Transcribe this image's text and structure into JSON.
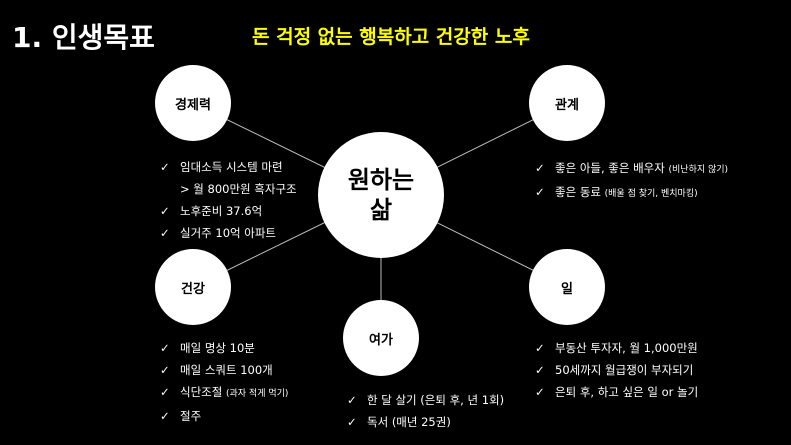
{
  "title": "1.  인생목표",
  "subtitle": "돈 걱정 없는 행복하고 건강한 노후",
  "check": "✓",
  "center": {
    "line1": "원하는",
    "line2": "삶"
  },
  "nodes": {
    "wealth": "경제력",
    "relation": "관계",
    "health": "건강",
    "work": "일",
    "leisure": "여가"
  },
  "wealth_items": [
    {
      "text": "임대소득 시스템 마련"
    },
    {
      "text": "> 월 800만원 흑자구조"
    },
    {
      "text": "노후준비 37.6억"
    },
    {
      "text": "실거주 10억 아파트"
    }
  ],
  "relation_items": [
    {
      "text": "좋은 아들, 좋은 배우자 ",
      "note": "(비난하지 않기)"
    },
    {
      "text": "좋은 동료 ",
      "note": "(배울 점 찾기, 벤치마킹)"
    }
  ],
  "health_items": [
    {
      "text": "매일 명상 10분"
    },
    {
      "text": "매일 스쿼트 100개"
    },
    {
      "text": "식단조절 ",
      "note": "(과자 적게 먹기)"
    },
    {
      "text": "절주"
    }
  ],
  "leisure_items": [
    {
      "text": "한 달 살기 (은퇴 후, 년 1회)"
    },
    {
      "text": "독서 (매년 25권)"
    }
  ],
  "work_items": [
    {
      "text": "부동산 투자자, 월 1,000만원"
    },
    {
      "text": "50세까지 월급쟁이 부자되기"
    },
    {
      "text": "은퇴 후, 하고 싶은 일 or 놀기"
    }
  ]
}
